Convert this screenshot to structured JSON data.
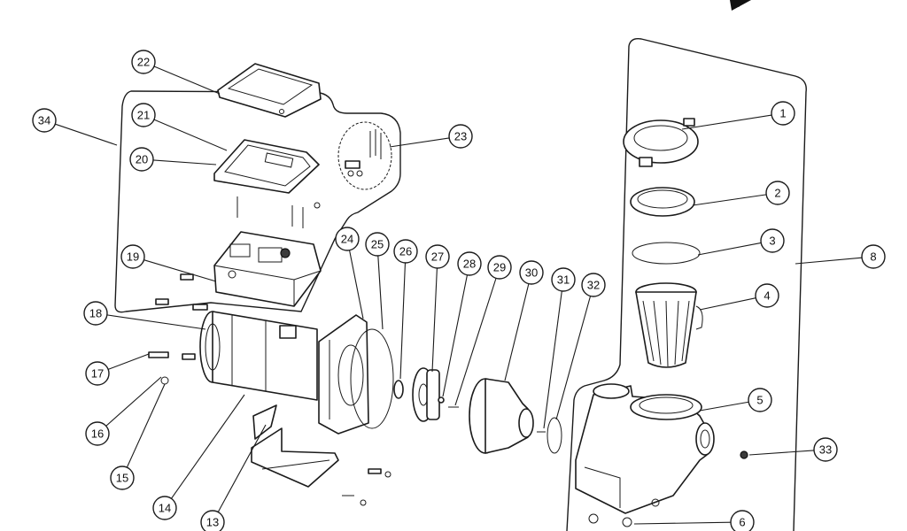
{
  "diagram": {
    "callouts": [
      "1",
      "2",
      "3",
      "4",
      "5",
      "6",
      "8",
      "13",
      "14",
      "15",
      "16",
      "17",
      "18",
      "19",
      "20",
      "21",
      "22",
      "23",
      "24",
      "25",
      "26",
      "27",
      "28",
      "29",
      "30",
      "31",
      "32",
      "33",
      "34"
    ]
  }
}
